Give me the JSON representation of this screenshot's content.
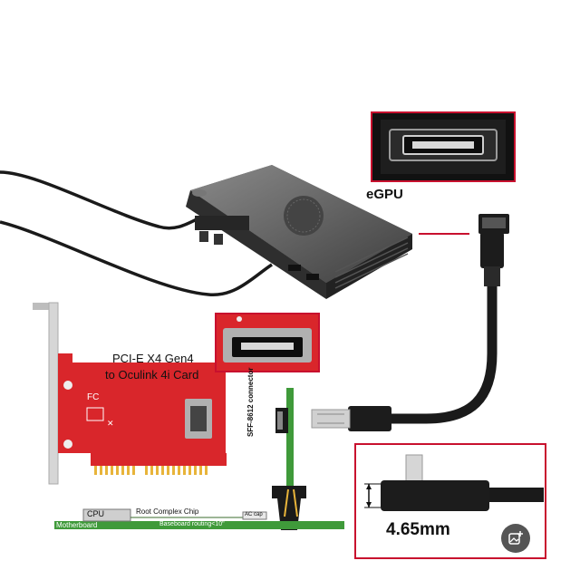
{
  "labels": {
    "egpu": "eGPU",
    "card_title_line1": "PCI-E X4 Gen4",
    "card_title_line2": "to Oculink 4i Card",
    "measurement": "4.65mm",
    "connector": "SFF-8612 connector",
    "cpu": "CPU",
    "root_complex": "Root Complex Chip",
    "motherboard": "Motherboard",
    "baseboard_routing": "Baseboard routing<10\"",
    "ac_cap": "AC cap"
  },
  "colors": {
    "callout_border": "#c8102e",
    "pcb_red": "#d9262b",
    "board_green": "#3f9a3a",
    "egpu_dark": "#3b3b3b"
  },
  "icons": [
    "image-add-icon"
  ]
}
